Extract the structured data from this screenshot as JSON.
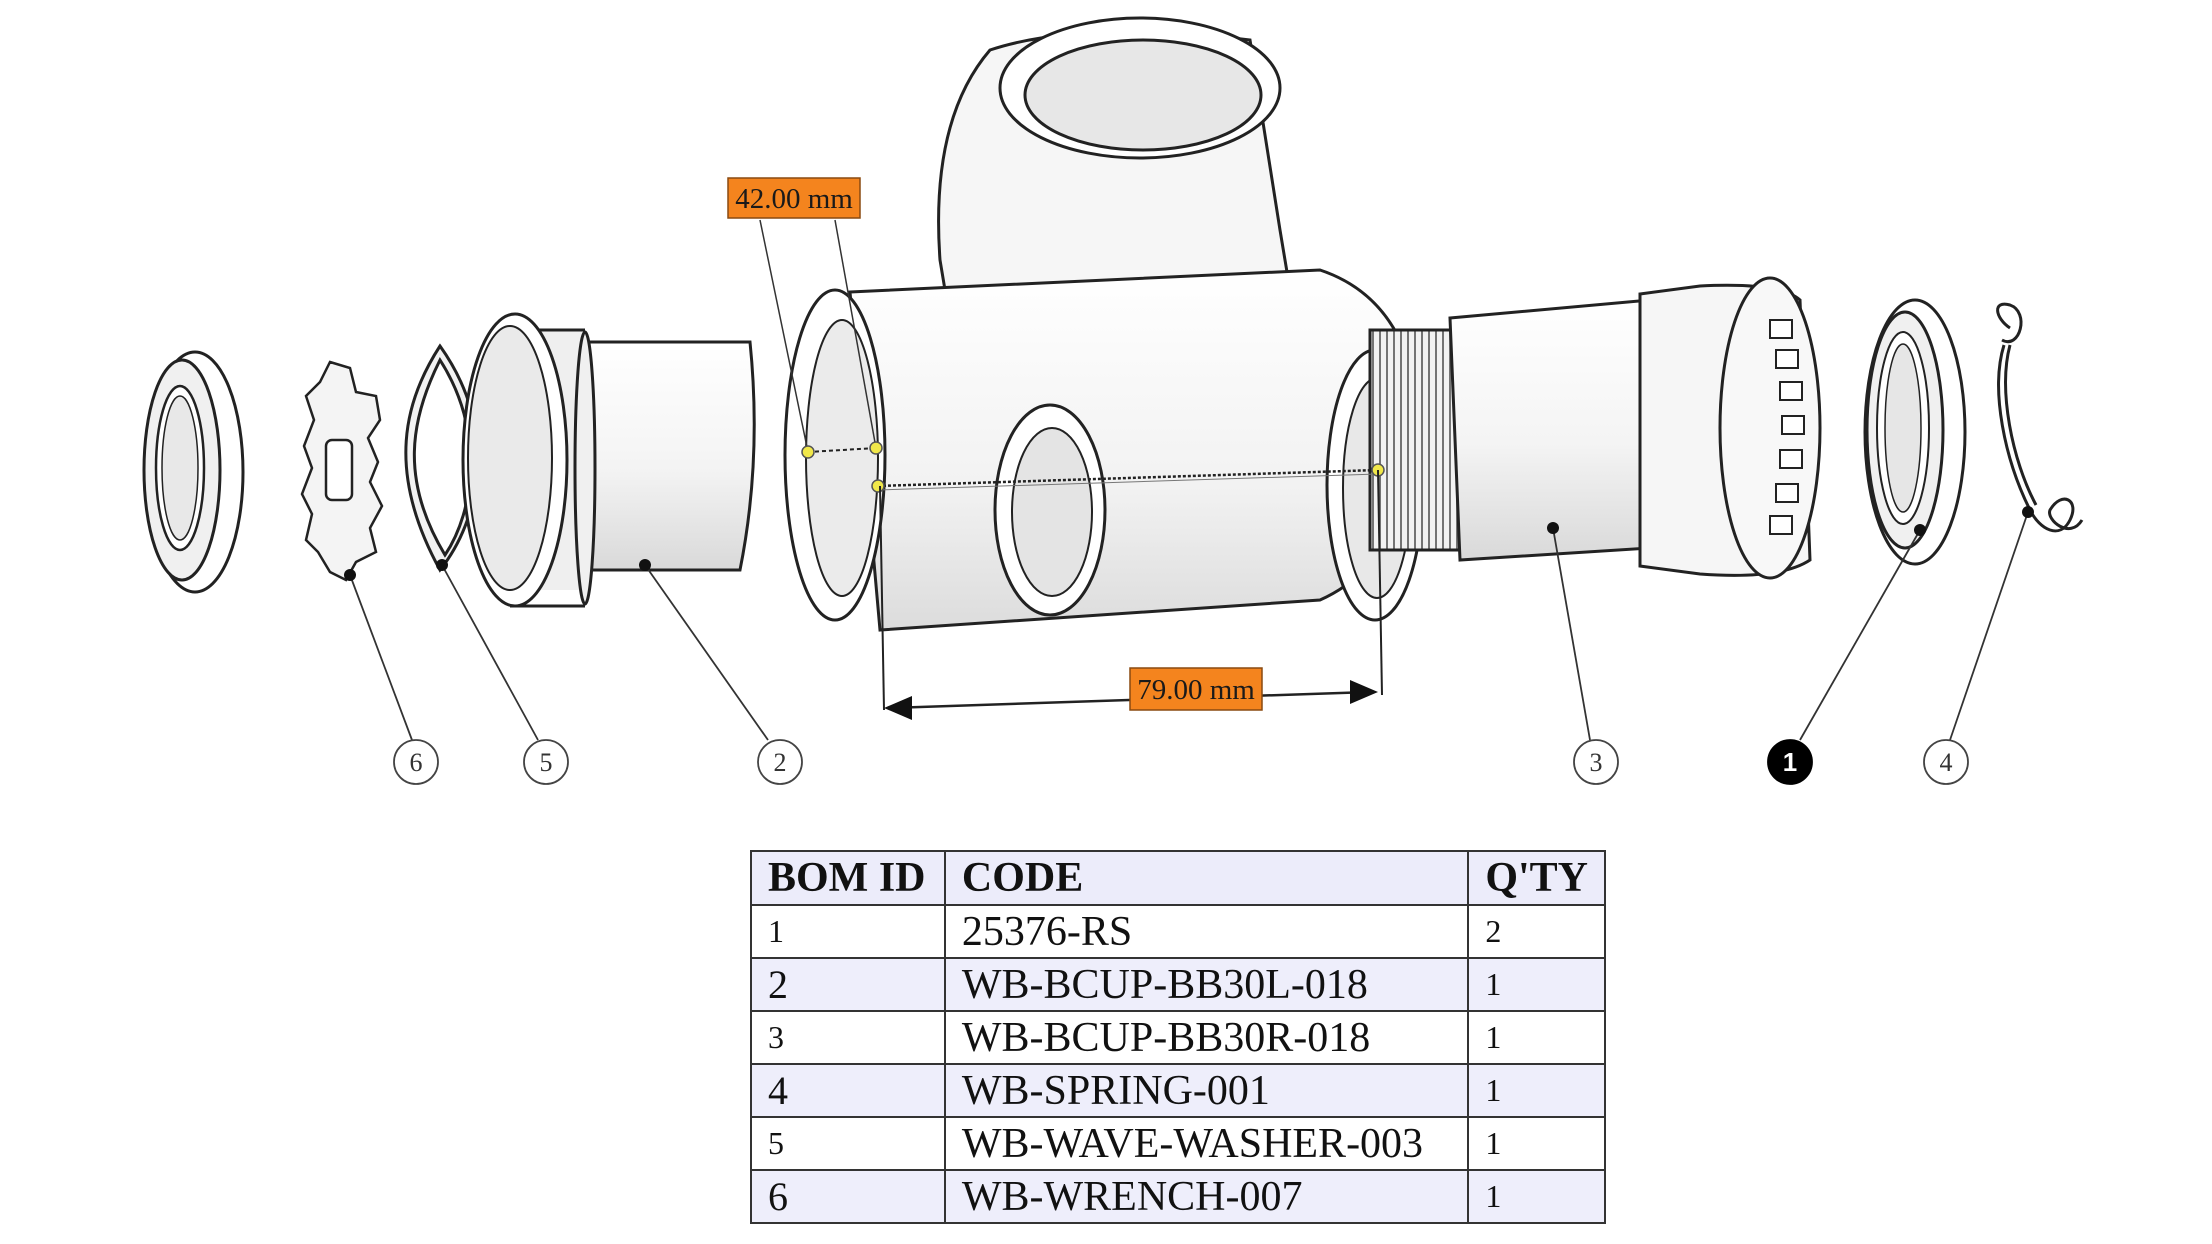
{
  "dimensions": {
    "d1": "42.00 mm",
    "d2": "79.00 mm"
  },
  "callouts": [
    {
      "id": "6",
      "active": false
    },
    {
      "id": "5",
      "active": false
    },
    {
      "id": "2",
      "active": false
    },
    {
      "id": "3",
      "active": false
    },
    {
      "id": "1",
      "active": true
    },
    {
      "id": "4",
      "active": false
    }
  ],
  "bom": {
    "headers": [
      "BOM ID",
      "CODE",
      "Q'TY"
    ],
    "rows": [
      {
        "id": "1",
        "code": "25376-RS",
        "qty": "2"
      },
      {
        "id": "2",
        "code": "WB-BCUP-BB30L-018",
        "qty": "1"
      },
      {
        "id": "3",
        "code": "WB-BCUP-BB30R-018",
        "qty": "1"
      },
      {
        "id": "4",
        "code": "WB-SPRING-001",
        "qty": "1"
      },
      {
        "id": "5",
        "code": "WB-WAVE-WASHER-003",
        "qty": "1"
      },
      {
        "id": "6",
        "code": "WB-WRENCH-007",
        "qty": "1"
      }
    ]
  },
  "colors": {
    "dimension_label": "#f4841e",
    "callout_active": "#000000",
    "marker": "#f1e84a",
    "row_tint": "#eeeefb"
  }
}
